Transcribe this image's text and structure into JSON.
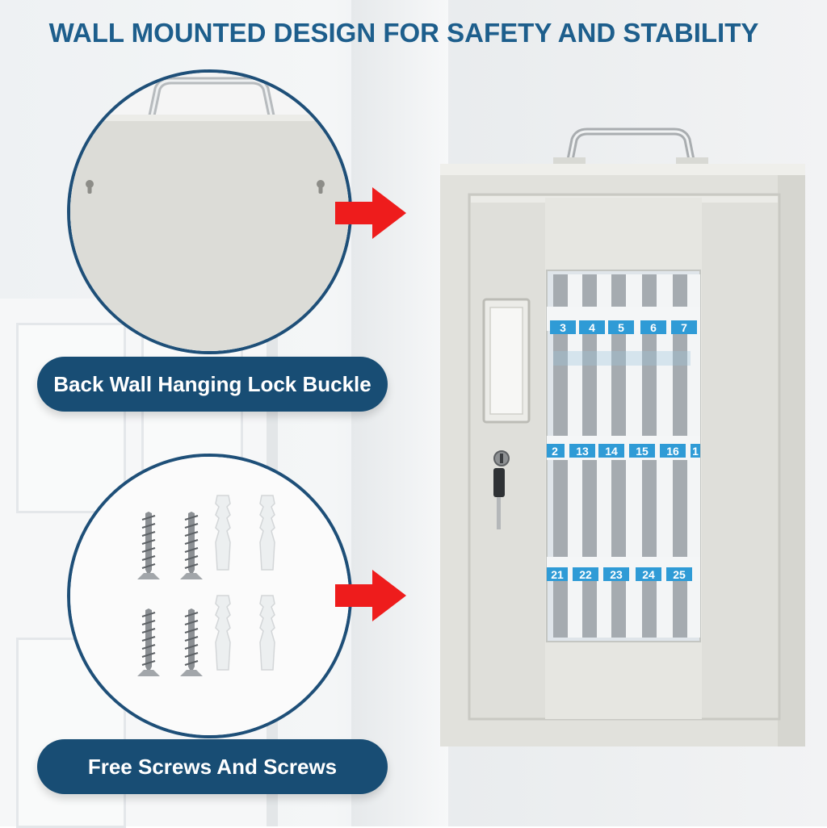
{
  "headline": "WALL MOUNTED DESIGN FOR SAFETY AND STABILITY",
  "callouts": {
    "top_label": "Back Wall Hanging Lock Buckle",
    "bottom_label": "Free Screws And Screws"
  },
  "cabinet": {
    "slot_numbers_row1": [
      "3",
      "4",
      "5",
      "6",
      "7"
    ],
    "slot_numbers_row2": [
      "2",
      "13",
      "14",
      "15",
      "16",
      "1"
    ],
    "slot_numbers_row3": [
      "21",
      "22",
      "23",
      "24",
      "25"
    ],
    "slot_label_color": "#2f9bd6"
  },
  "icons": {
    "arrow_top": "red-arrow-right",
    "arrow_bottom": "red-arrow-right",
    "lock": "key-lock-icon"
  },
  "colors": {
    "headline": "#1d5e8c",
    "pill": "#184d74",
    "arrow": "#ee1c1c"
  }
}
